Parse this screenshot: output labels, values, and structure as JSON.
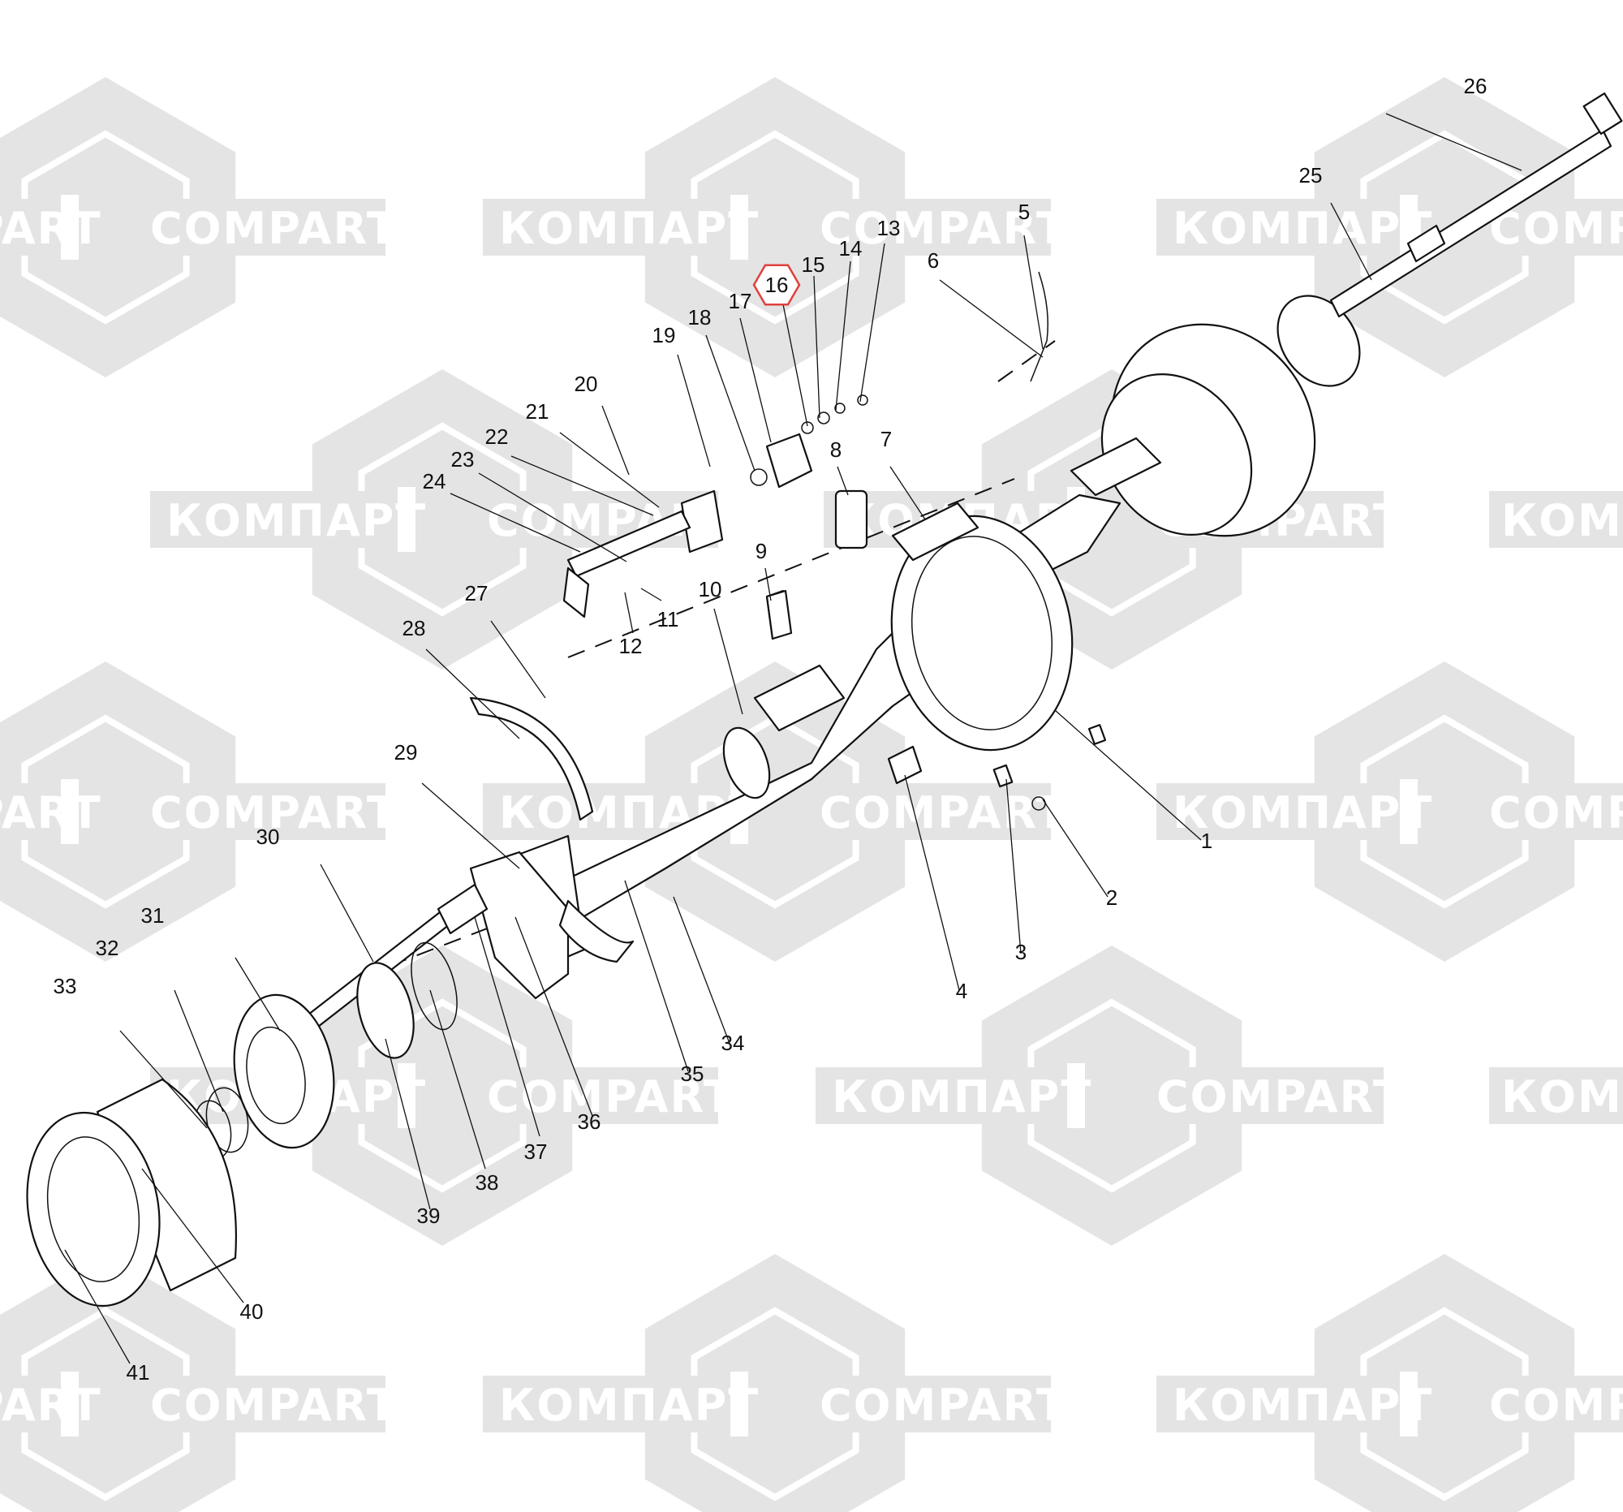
{
  "watermark": {
    "latin": "COMPART",
    "cyrillic": "КОМПАРТ",
    "color": "#e4e4e4"
  },
  "callouts": {
    "highlight_color": "#e0403c",
    "highlighted": "16",
    "labels": [
      "1",
      "2",
      "3",
      "4",
      "5",
      "6",
      "7",
      "8",
      "9",
      "10",
      "11",
      "12",
      "13",
      "14",
      "15",
      "16",
      "17",
      "18",
      "19",
      "20",
      "21",
      "22",
      "23",
      "24",
      "25",
      "26",
      "27",
      "28",
      "29",
      "30",
      "31",
      "32",
      "33",
      "34",
      "35",
      "36",
      "37",
      "38",
      "39",
      "40",
      "41"
    ]
  }
}
